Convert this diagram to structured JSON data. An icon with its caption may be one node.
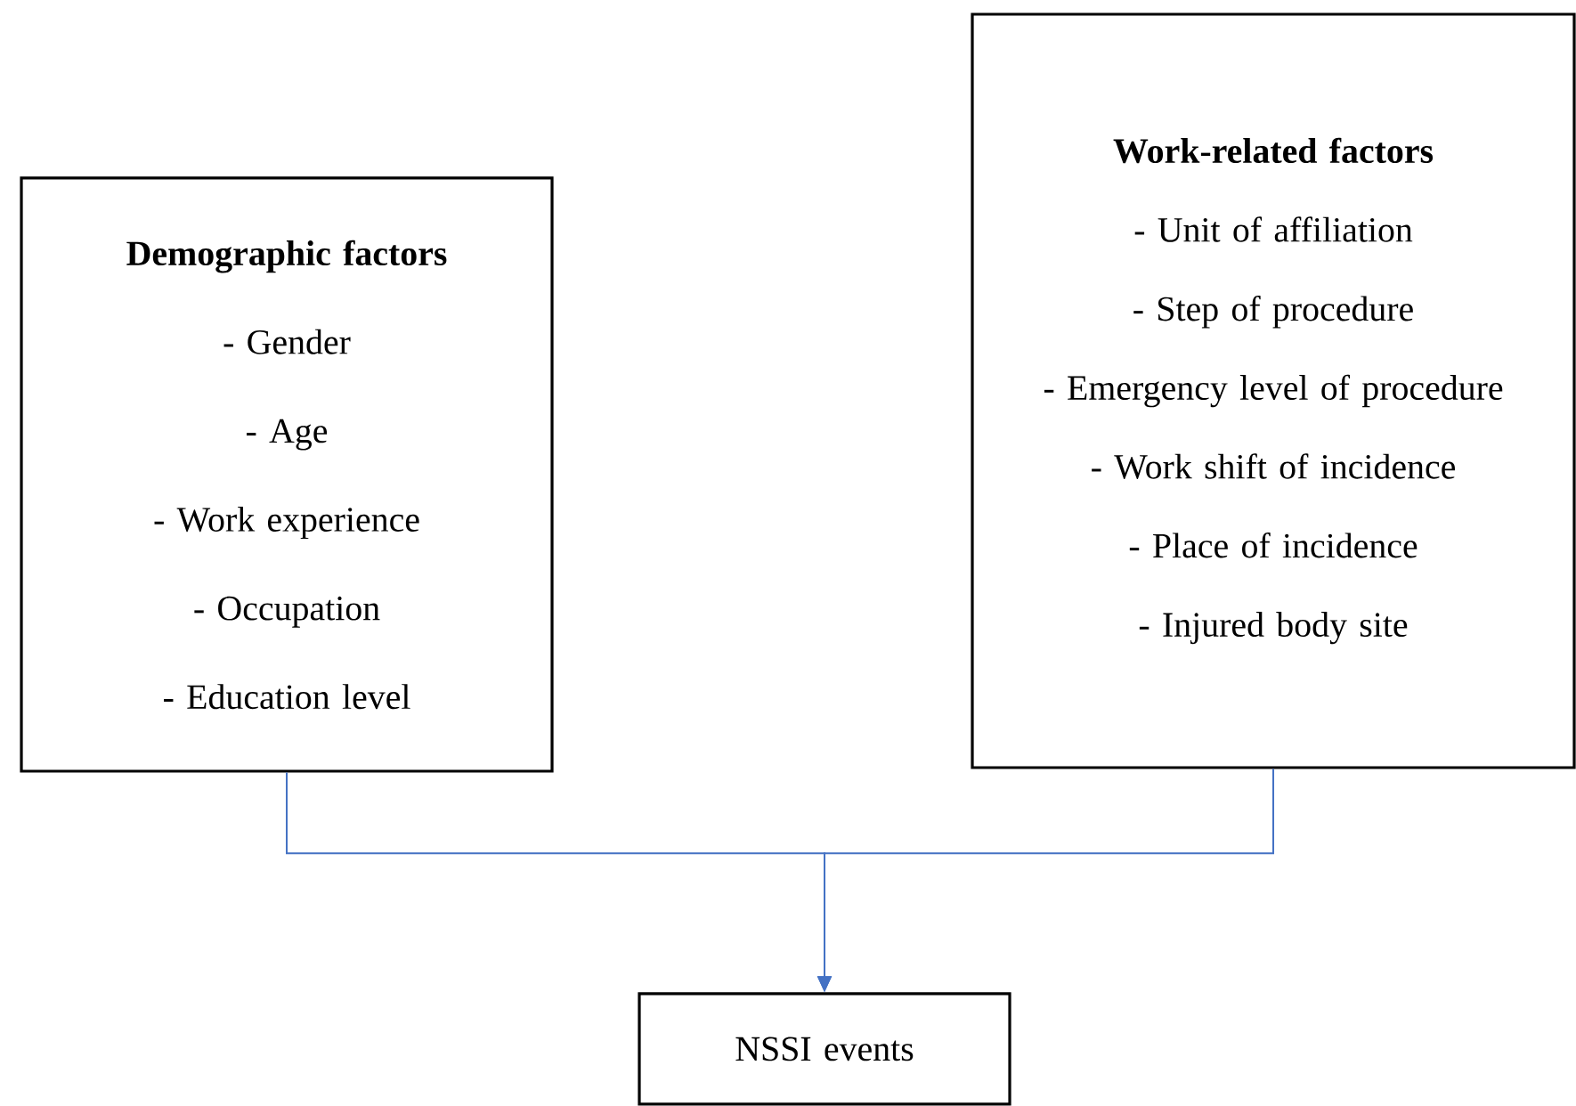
{
  "diagram": {
    "nodes": [
      {
        "text": [
          "Demographic factors",
          "- Gender",
          "- Age",
          "- Work experience",
          "- Occupation",
          "- Education level"
        ]
      },
      {
        "text": [
          "Work-related factors",
          "- Unit of affiliation",
          "- Step of procedure",
          "- Emergency level of procedure",
          "- Work shift of incidence",
          "- Place of incidence",
          "- Injured body site"
        ]
      },
      {
        "text": [
          "NSSI events"
        ]
      }
    ],
    "edges": [
      {
        "from": 0,
        "to": 2,
        "arrow": "to"
      },
      {
        "from": 1,
        "to": 2,
        "arrow": "to"
      }
    ]
  }
}
